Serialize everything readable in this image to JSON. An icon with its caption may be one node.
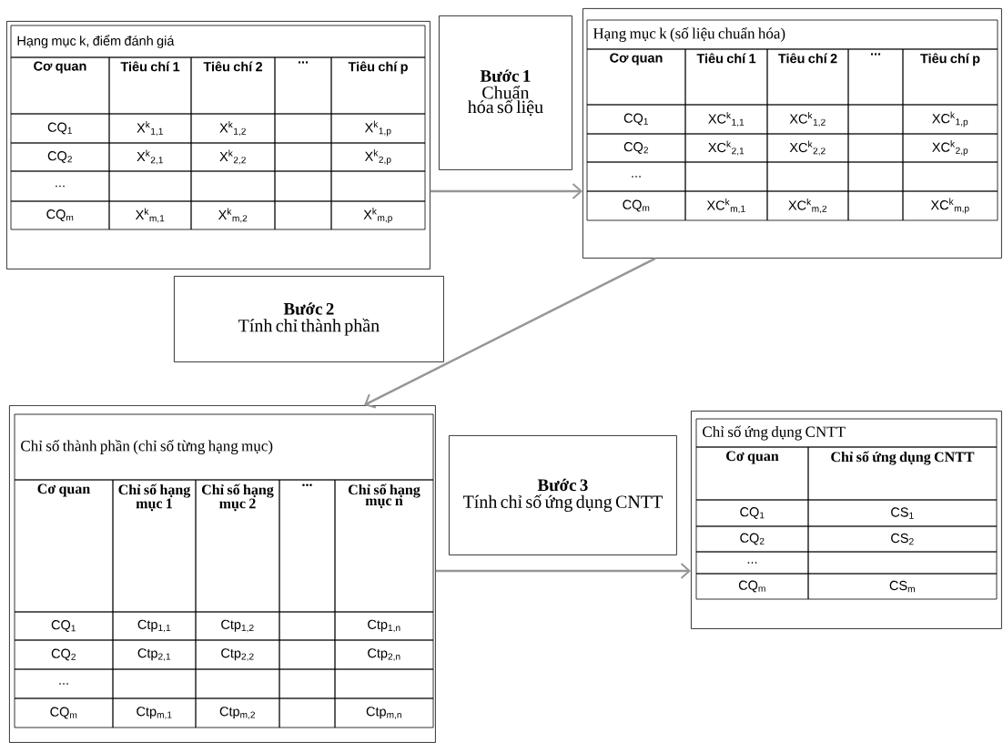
{
  "diagram": {
    "nodes": [
      {
        "text": [
          "Hạng mục k, điểm đánh giá",
          "Cơ quan",
          "Tiêu chí 1",
          "Tiêu chí 2",
          "...",
          "Tiêu chí p",
          "CQ$_{1}$",
          "X$^{k}$$_{1,1}$",
          "X$^{k}$$_{1,2}$",
          "X$^{k}$$_{1,p}$",
          "CQ$_{2}$",
          "X$^{k}$$_{2,1}$",
          "X$^{k}$$_{2,2}$",
          "X$^{k}$$_{2,p}$",
          "...",
          "CQ$_{m}$",
          "X$^{k}$$_{m,1}$",
          "X$^{k}$$_{m,2}$",
          "X$^{k}$$_{m,p}$"
        ]
      },
      {
        "text": [
          "Bước 1",
          "Chuẩn hóa số liệu"
        ]
      },
      {
        "text": [
          "Hạng mục k (số liệu chuẩn hóa)",
          "Cơ quan",
          "Tiêu chí 1",
          "Tiêu chí 2",
          "...",
          "Tiêu chí p",
          "CQ$_{1}$",
          "XC$^{k}$$_{1,1}$",
          "XC$^{k}$$_{1,2}$",
          "XC$^{k}$$_{1,p}$",
          "CQ$_{2}$",
          "XC$^{k}$$_{2,1}$",
          "XC$^{k}$$_{2,2}$",
          "XC$^{k}$$_{2,p}$",
          "...",
          "CQ$_{m}$",
          "XC$^{k}$$_{m,1}$",
          "XC$^{k}$$_{m,2}$",
          "XC$^{k}$$_{m,p}$"
        ]
      },
      {
        "text": [
          "Bước 2",
          "Tính chỉ thành phần"
        ]
      },
      {
        "text": [
          "Chỉ số thành phần (chỉ số từng hạng mục)",
          "Cơ quan",
          "Chỉ số hạng mục 1",
          "Chỉ số hạng mục 2",
          "...",
          "Chỉ số hạng mục n",
          "CQ$_{1}$",
          "Ctp$_{1,1}$",
          "Ctp$_{1,2}$",
          "Ctp$_{1,n}$",
          "CQ$_{2}$",
          "Ctp$_{2,1}$",
          "Ctp$_{2,2}$",
          "Ctp$_{2,n}$",
          "...",
          "CQ$_{m}$",
          "Ctp$_{m,1}$",
          "Ctp$_{m,2}$",
          "Ctp$_{m,n}$"
        ]
      },
      {
        "text": [
          "Bước 3",
          "Tính chỉ số ứng dụng CNTT"
        ]
      },
      {
        "text": [
          "Chỉ số ứng dụng CNTT",
          "Cơ quan",
          "Chỉ số ứng dụng CNTT",
          "CQ$_{1}$",
          "CS$_{1}$",
          "CQ$_{2}$",
          "CS$_{2}$",
          "...",
          "CQ$_{m}$",
          "CS$_{m}$"
        ]
      }
    ],
    "edges": [
      {
        "from": 0,
        "to": 2,
        "arrow": "to"
      },
      {
        "from": 2,
        "to": 4,
        "arrow": "to"
      },
      {
        "from": 4,
        "to": 6,
        "arrow": "to"
      }
    ]
  }
}
